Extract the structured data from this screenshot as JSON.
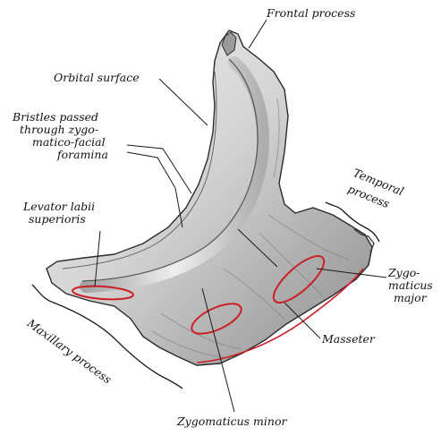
{
  "figure": {
    "colors": {
      "bone_fill": "#d9d9d9",
      "bone_shadow": "#8a8a8a",
      "bone_highlight": "#f4f4f4",
      "outline": "#2a2a2a",
      "leader": "#1a1a1a",
      "muscle_outline": "#cc1f24",
      "background": "#ffffff"
    },
    "labels": {
      "frontal_process": "Frontal process",
      "orbital_surface": "Orbital surface",
      "bristles_line1": "Bristles passed",
      "bristles_line2": "through zygo-",
      "bristles_line3": "matico-facial",
      "bristles_line4": "foramina",
      "levator_line1": "Levator labii",
      "levator_line2": "superioris",
      "temporal_line1": "Temporal",
      "temporal_line2": "process",
      "zygomaticus_major_line1": "Zygo-",
      "zygomaticus_major_line2": "maticus",
      "zygomaticus_major_line3": "major",
      "masseter": "Masseter",
      "maxillary_process": "Maxillary process",
      "zygomaticus_minor": "Zygomaticus minor"
    }
  }
}
